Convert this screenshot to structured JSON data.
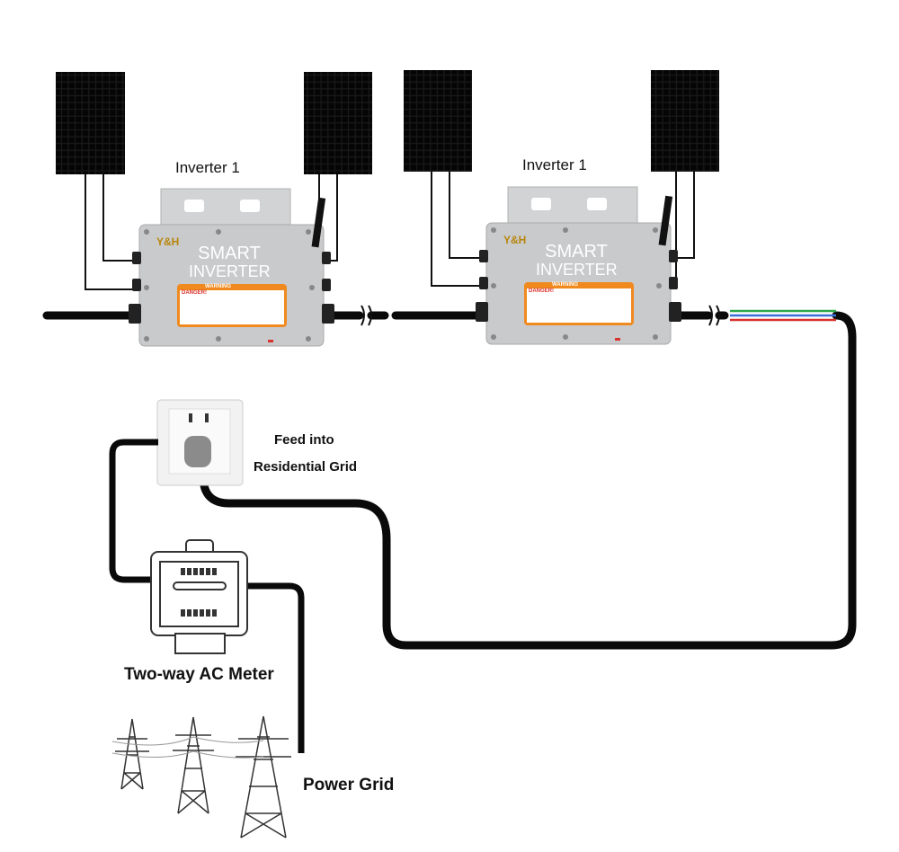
{
  "inverters": [
    {
      "label": "Inverter 1",
      "brand": "Y&H",
      "title_line1": "SMART",
      "title_line2": "INVERTER",
      "warning_header": "WARNING",
      "danger": "DANGER!"
    },
    {
      "label": "Inverter 1",
      "brand": "Y&H",
      "title_line1": "SMART",
      "title_line2": "INVERTER",
      "warning_header": "WARNING",
      "danger": "DANGER!"
    }
  ],
  "socket": {
    "label_line1": "Feed into",
    "label_line2": "Residential Grid"
  },
  "meter": {
    "label": "Two-way AC Meter"
  },
  "grid": {
    "label": "Power Grid"
  },
  "colors": {
    "cable": "#0a0a0a",
    "inverter_body": "#c9cacc",
    "warning": "#f08a1e",
    "brand": "#b8860b",
    "wire_green": "#2ea84a",
    "wire_blue": "#3a6fd8",
    "wire_red": "#d8322f"
  }
}
